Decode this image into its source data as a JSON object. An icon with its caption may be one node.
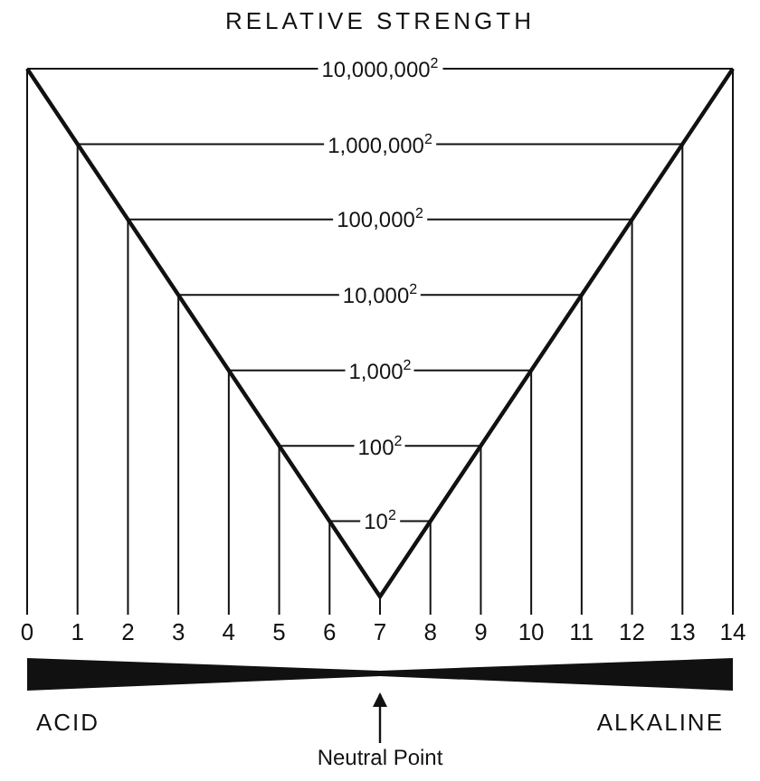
{
  "diagram": {
    "title": "RELATIVE STRENGTH",
    "nodes": [
      {
        "text": [
          "Neutral Point"
        ]
      },
      {
        "text": [],
        "shape": "bar"
      }
    ],
    "edges": [
      {
        "from": 0,
        "to": 1,
        "arrow": "to"
      }
    ],
    "labels": [
      "10,000,000$^{2}$",
      "1,000,000$^{2}$",
      "100,000$^{2}$",
      "10,000$^{2}$",
      "1,000$^{2}$",
      "100$^{2}$",
      "10$^{2}$",
      "0",
      "1",
      "2",
      "3",
      "4",
      "5",
      "6",
      "7",
      "8",
      "9",
      "10",
      "11",
      "12",
      "13",
      "14",
      "ACID",
      "ALKALINE"
    ]
  }
}
